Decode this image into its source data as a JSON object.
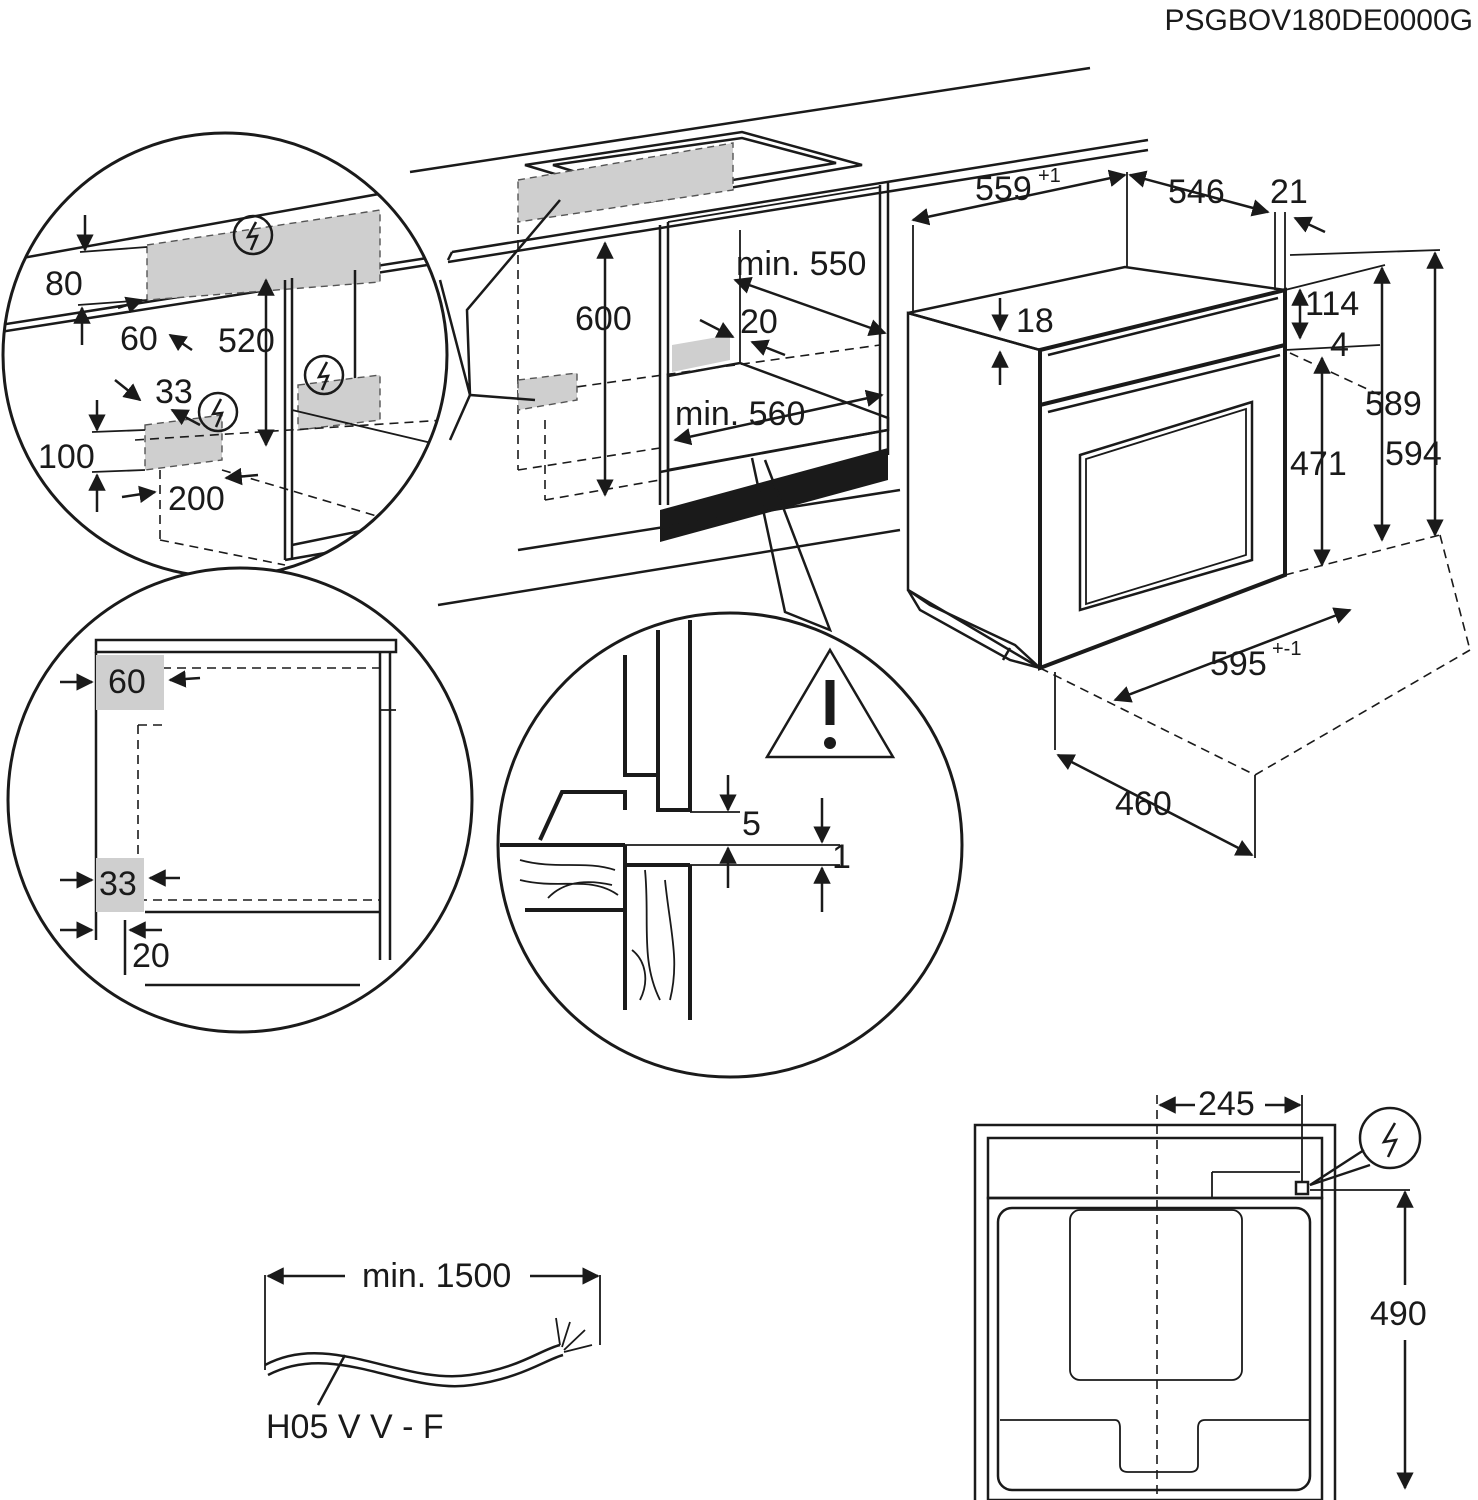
{
  "model_code": "PSGBOV180DE0000G",
  "oven_dimensions": {
    "width_top": "559",
    "width_top_tolerance": "+1",
    "depth_body": "546",
    "door_thickness": "21",
    "panel_height": "114",
    "panel_offset": "4",
    "body_height": "589",
    "total_height": "594",
    "door_height": "471",
    "front_thickness": "18",
    "width_front": "595",
    "width_front_tolerance": "+-1",
    "depth_with_door_open": "460"
  },
  "niche_dimensions": {
    "niche_height": "600",
    "niche_depth": "min. 550",
    "ventilation_gap": "20",
    "niche_width": "min. 560"
  },
  "electrical_zone_detail": {
    "top_offset": "80",
    "side_offset": "60",
    "zone_height": "520",
    "zone_width_small": "33",
    "bottom_offset": "100",
    "zone_width": "200"
  },
  "side_section_detail": {
    "top_zone": "60",
    "bottom_zone": "33",
    "gap": "20"
  },
  "installation_detail": {
    "gap_top": "5",
    "gap_bottom": "1"
  },
  "cable": {
    "min_length": "min. 1500",
    "type": "H05 V V - F"
  },
  "rear_view": {
    "connection_offset": "245",
    "connection_height": "490"
  }
}
